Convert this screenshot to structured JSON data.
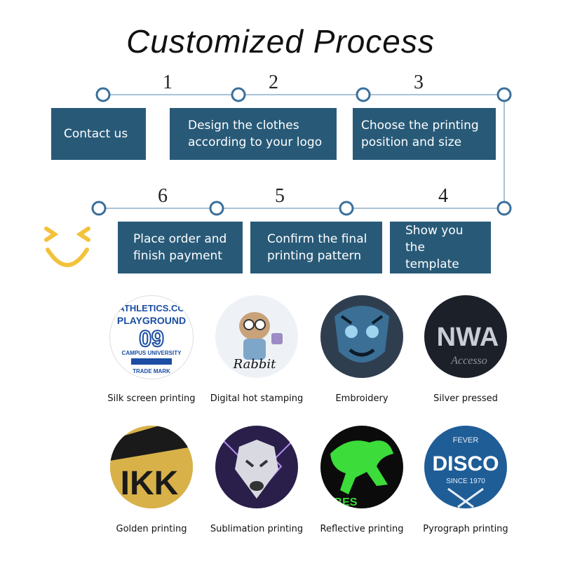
{
  "title": "Customized Process",
  "steps": [
    {
      "number": "1",
      "label": "Contact us"
    },
    {
      "number": "2",
      "label": "Design the clothes according to your logo"
    },
    {
      "number": "3",
      "label": "Choose the printing position and size"
    },
    {
      "number": "4",
      "label": "Show you the template"
    },
    {
      "number": "5",
      "label": "Confirm the final printing pattern"
    },
    {
      "number": "6",
      "label": "Place order and finish payment"
    }
  ],
  "techniques": [
    {
      "label": "Silk screen printing",
      "art": [
        "ATHLETICS.CO",
        "PLAYGROUND",
        "09",
        "CAMPUS UNIVERSITY",
        "TRADE MARK"
      ]
    },
    {
      "label": "Digital hot stamping",
      "art": [
        "Rabbit"
      ]
    },
    {
      "label": "Embroidery",
      "art": []
    },
    {
      "label": "Silver pressed",
      "art": [
        "NWA",
        "Accesso"
      ]
    },
    {
      "label": "Golden printing",
      "art": [
        "IKK"
      ]
    },
    {
      "label": "Sublimation printing",
      "art": []
    },
    {
      "label": "Reflective printing",
      "art": [
        "BES"
      ]
    },
    {
      "label": "Pyrograph printing",
      "art": [
        "FEVER",
        "DISCO",
        "SINCE 1970"
      ]
    }
  ],
  "colors": {
    "box": "#285a78",
    "line": "#a9c2d6",
    "node": "#3a6f9a",
    "smile": "#f3c23c"
  }
}
